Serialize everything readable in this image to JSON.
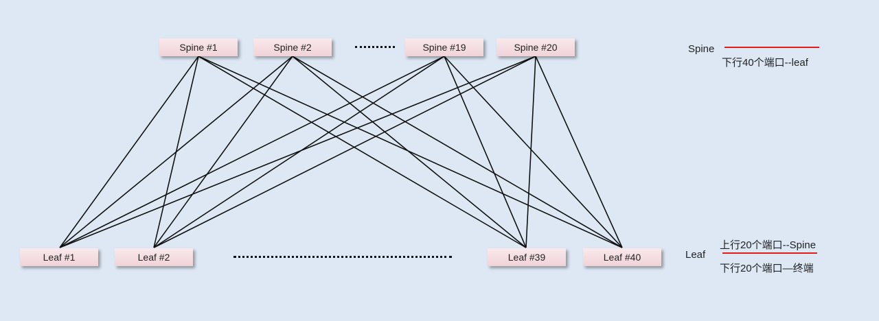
{
  "diagram": {
    "spines": [
      {
        "id": "spine1",
        "label": "Spine #1"
      },
      {
        "id": "spine2",
        "label": "Spine #2"
      },
      {
        "id": "spine19",
        "label": "Spine #19"
      },
      {
        "id": "spine20",
        "label": "Spine #20"
      }
    ],
    "leaves": [
      {
        "id": "leaf1",
        "label": "Leaf #1"
      },
      {
        "id": "leaf2",
        "label": "Leaf #2"
      },
      {
        "id": "leaf39",
        "label": "Leaf #39"
      },
      {
        "id": "leaf40",
        "label": "Leaf #40"
      }
    ],
    "links": [
      [
        "spine1",
        "leaf1"
      ],
      [
        "spine1",
        "leaf2"
      ],
      [
        "spine1",
        "leaf39"
      ],
      [
        "spine1",
        "leaf40"
      ],
      [
        "spine2",
        "leaf1"
      ],
      [
        "spine2",
        "leaf2"
      ],
      [
        "spine2",
        "leaf39"
      ],
      [
        "spine2",
        "leaf40"
      ],
      [
        "spine19",
        "leaf1"
      ],
      [
        "spine19",
        "leaf2"
      ],
      [
        "spine19",
        "leaf39"
      ],
      [
        "spine19",
        "leaf40"
      ],
      [
        "spine20",
        "leaf1"
      ],
      [
        "spine20",
        "leaf2"
      ],
      [
        "spine20",
        "leaf39"
      ],
      [
        "spine20",
        "leaf40"
      ]
    ]
  },
  "legend": {
    "spine_label": "Spine",
    "spine_downlink": "下行40个端口--leaf",
    "leaf_label": "Leaf",
    "leaf_uplink": "上行20个端口--Spine",
    "leaf_downlink": "下行20个端口—终端"
  },
  "colors": {
    "background": "#dde8f4",
    "link": "#111111",
    "node_fill": "#f3dadf",
    "highlight": "#e21b1b"
  }
}
